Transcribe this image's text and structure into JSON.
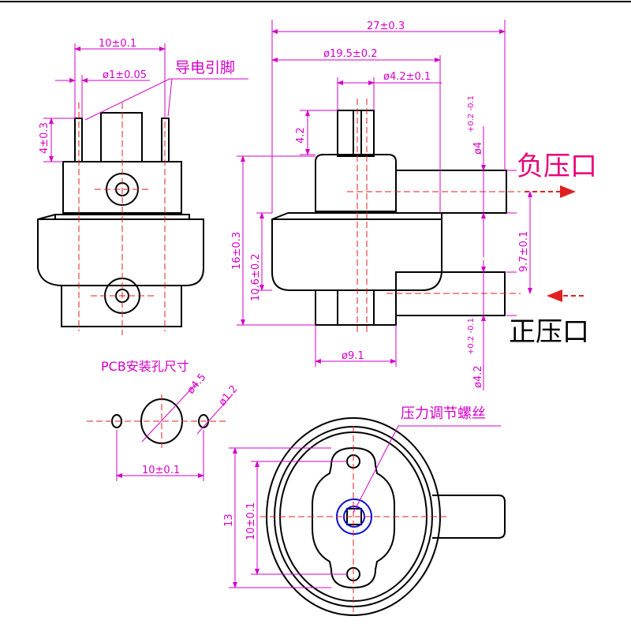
{
  "labels": {
    "pin_label": "导电引脚",
    "negative_port": "负压口",
    "positive_port": "正压口",
    "pcb_title": "PCB安装孔尺寸",
    "screw_label": "压力调节螺丝"
  },
  "dimensions": {
    "pin_spacing": "10±0.1",
    "pin_diameter": "ø1±0.05",
    "pin_height": "4±0.3",
    "overall_width": "27±0.3",
    "body_diameter": "ø19.5±0.2",
    "knob_diameter": "ø4.2±0.1",
    "knob_height": "4.2",
    "tube_top_diameter": "ø4",
    "tube_tol": "+0.2 -0.1",
    "overall_height": "16±0.3",
    "body_height": "10.6±0.2",
    "port_spacing": "9.7±0.1",
    "base_diameter": "ø9.1",
    "tube_bottom_diameter": "ø4.2",
    "hole_large": "ø4.5",
    "hole_small": "ø1.2",
    "pcb_spacing": "10±0.1",
    "bottom_height": "13",
    "bottom_inner": "10±0.1"
  },
  "colors": {
    "outline": "#000000",
    "dimension": "#d400c8",
    "centerline": "#e02020",
    "arrow": "#e02020",
    "screw": "#1010d0"
  }
}
